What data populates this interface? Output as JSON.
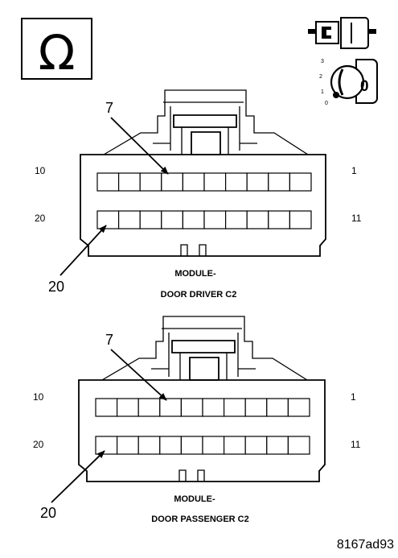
{
  "legend": {
    "ohm_symbol": "Ω",
    "icons": [
      "ohm-meter-icon",
      "connector-disconnect-icon",
      "ignition-key-icon"
    ],
    "ignition_key": {
      "positions": [
        "3",
        "2",
        "1",
        "0"
      ],
      "key_label": "0"
    }
  },
  "connectors": [
    {
      "pin_label_top_left": "10",
      "pin_label_top_right": "1",
      "pin_label_bottom_left": "20",
      "pin_label_bottom_right": "11",
      "callout_top": "7",
      "callout_bottom": "20",
      "caption_line1": "MODULE-",
      "caption_line2": "DOOR DRIVER C2",
      "cavities_per_row": 10
    },
    {
      "pin_label_top_left": "10",
      "pin_label_top_right": "1",
      "pin_label_bottom_left": "20",
      "pin_label_bottom_right": "11",
      "callout_top": "7",
      "callout_bottom": "20",
      "caption_line1": "MODULE-",
      "caption_line2": "DOOR PASSENGER C2",
      "cavities_per_row": 10
    }
  ],
  "figure_id": "8167ad93"
}
